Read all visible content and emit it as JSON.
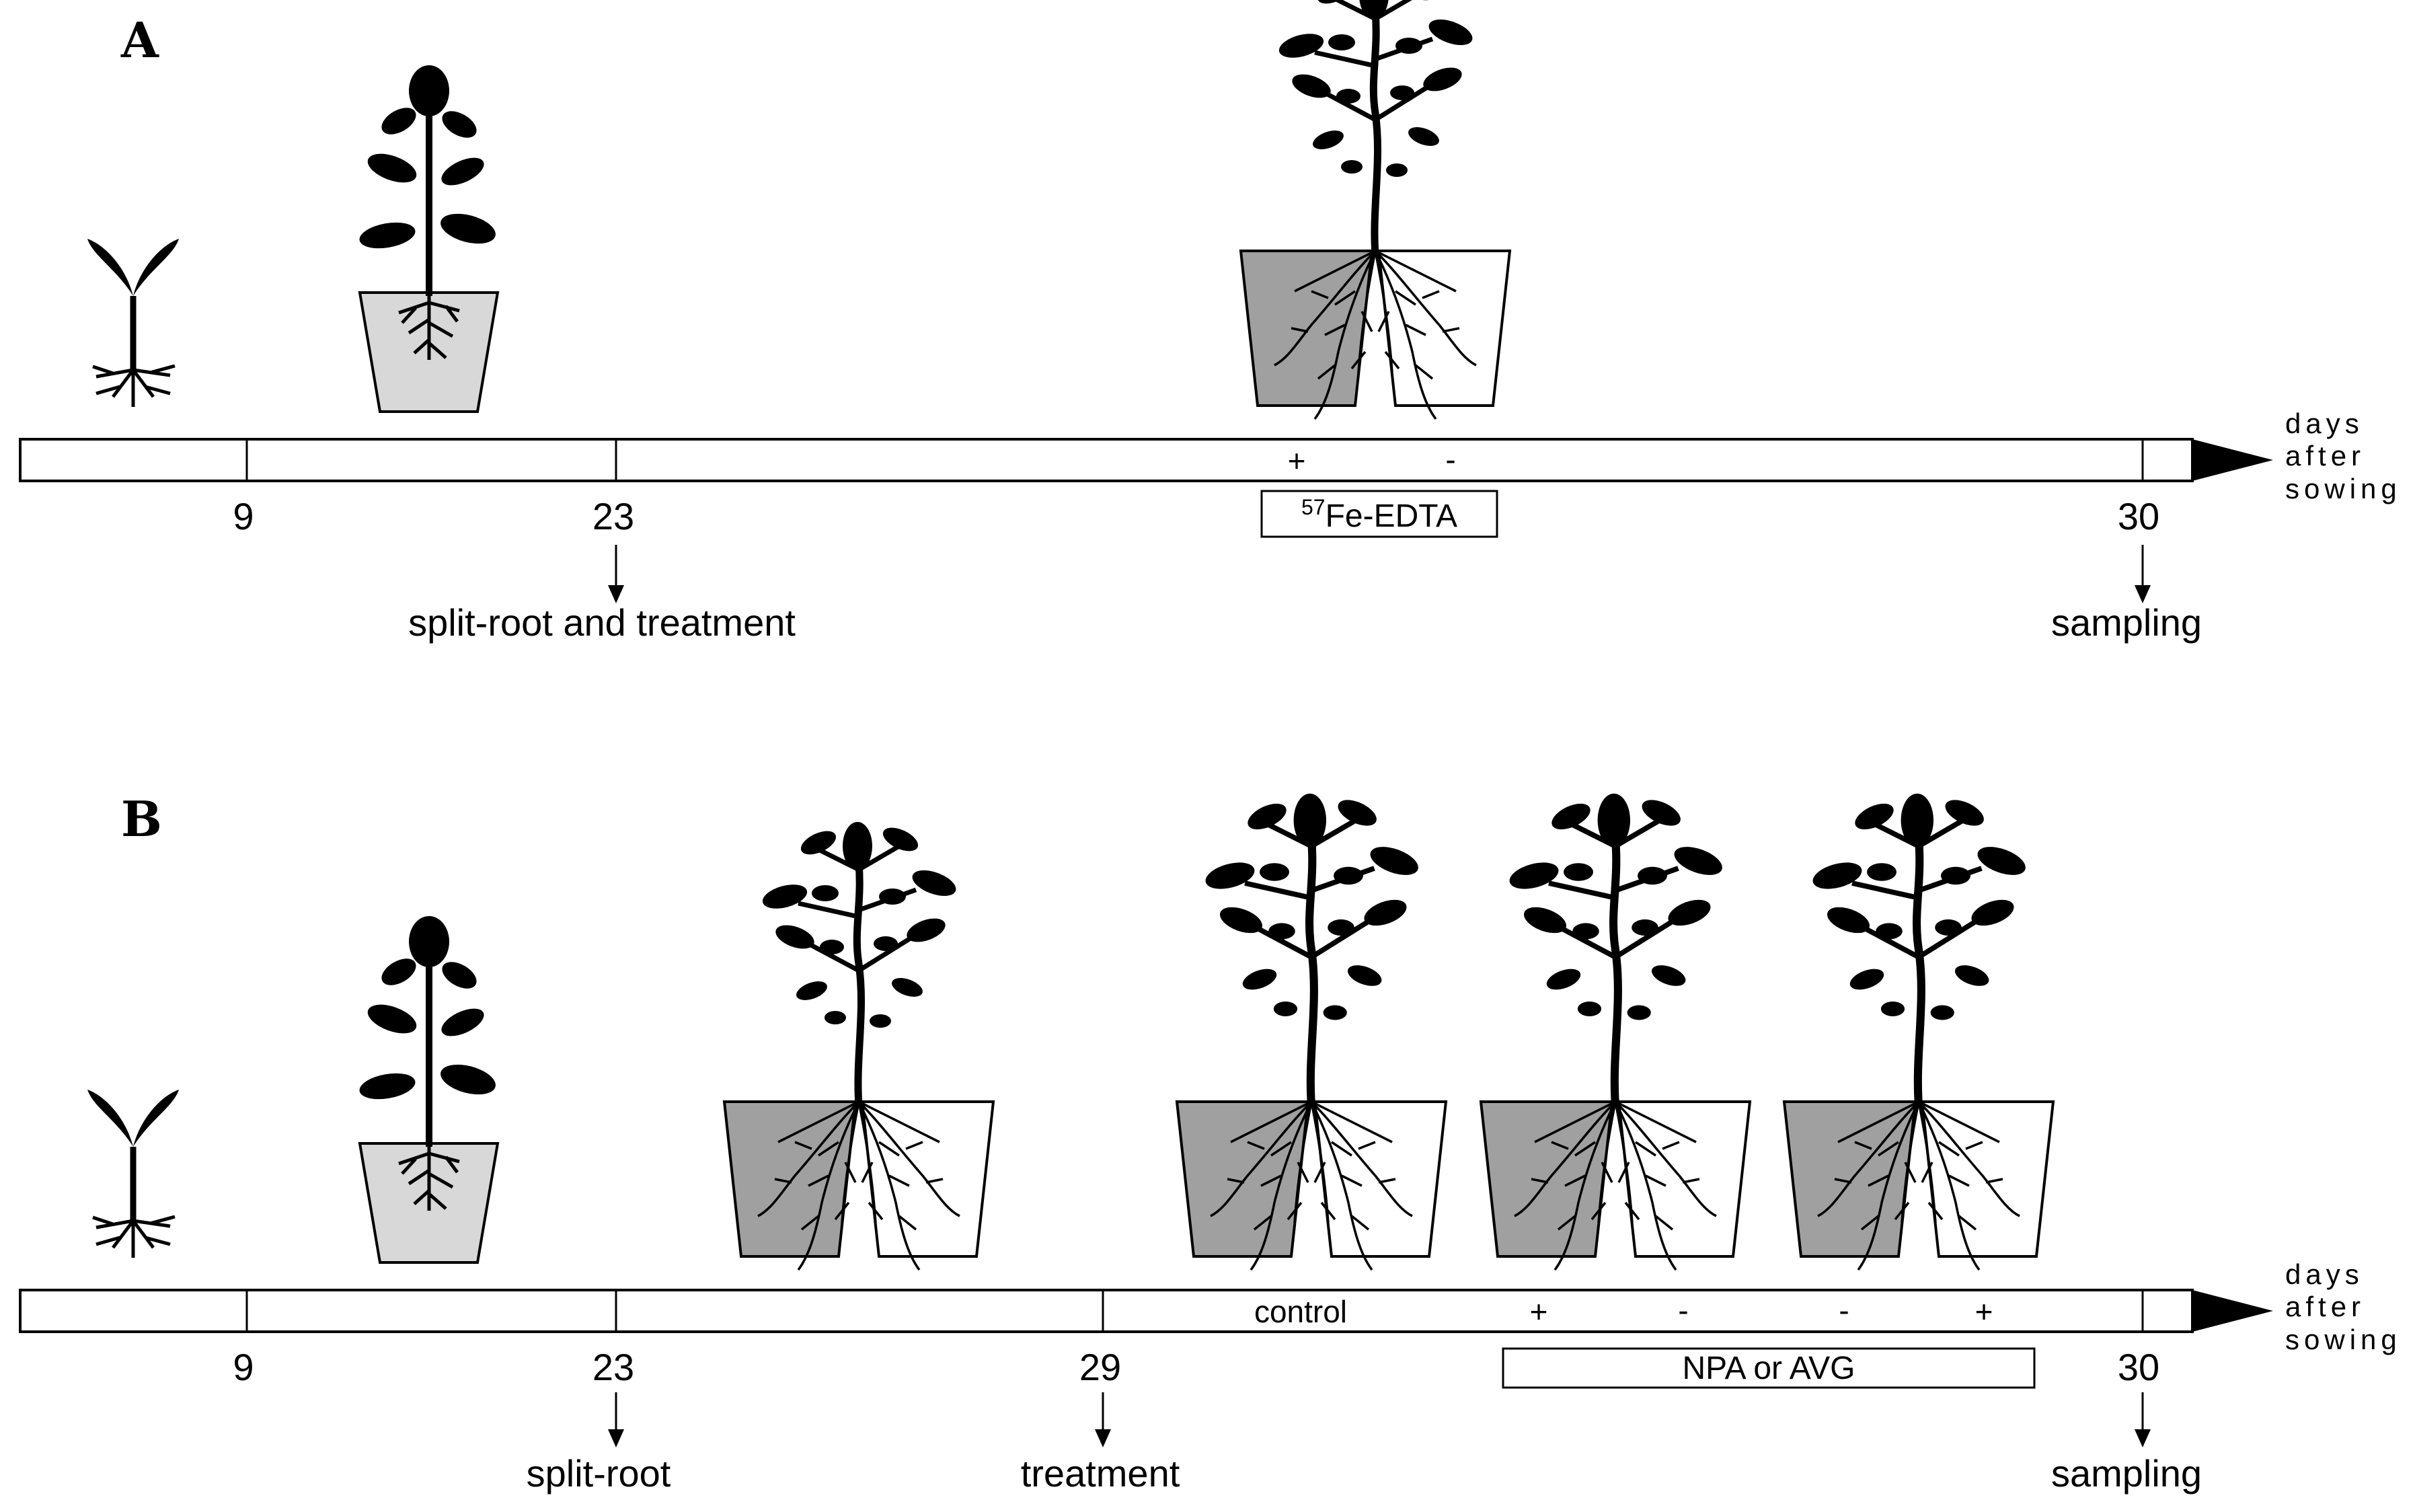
{
  "panels": [
    {
      "letter": "A",
      "ticks": [
        "9",
        "23",
        "30"
      ],
      "events": {
        "d23": "split-root and treatment",
        "d30": "sampling"
      },
      "axis_unit": [
        "days",
        "after",
        "sowing"
      ],
      "marks": {
        "plus": "+",
        "minus": "-"
      },
      "treatment_box": {
        "superscript": "57",
        "text": "Fe-EDTA"
      }
    },
    {
      "letter": "B",
      "ticks": [
        "9",
        "23",
        "29",
        "30"
      ],
      "events": {
        "d23": "split-root",
        "d29": "treatment",
        "d30": "sampling"
      },
      "axis_unit": [
        "days",
        "after",
        "sowing"
      ],
      "labels": {
        "control": "control",
        "m1": "+",
        "m2": "-",
        "m3": "-",
        "m4": "+"
      },
      "treatment_box": {
        "text": "NPA or AVG"
      }
    }
  ],
  "colors": {
    "pot_shaded": "#a0a0a0",
    "pot_light": "#d8d8d8",
    "pot_white": "#ffffff",
    "ink": "#000000"
  }
}
